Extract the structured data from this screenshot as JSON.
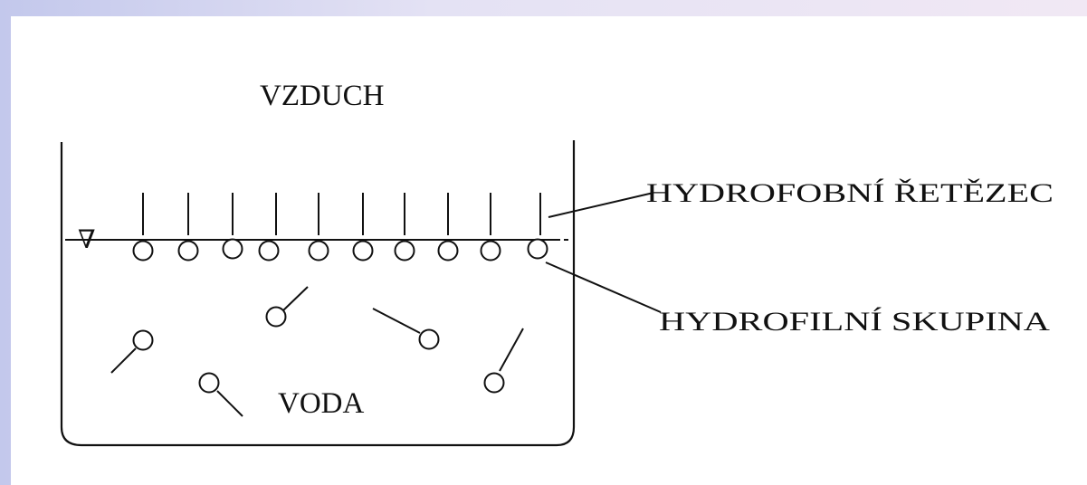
{
  "labels": {
    "air": "VZDUCH",
    "water": "VODA",
    "hydrophobic_chain": "HYDROFOBNÍ ŘETĚZEC",
    "hydrophilic_group": "HYDROFILNÍ SKUPINA",
    "water_level_symbol": "∇"
  }
}
